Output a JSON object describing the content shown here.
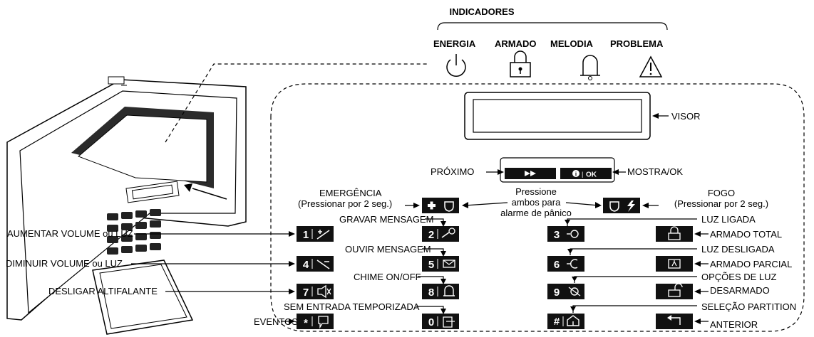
{
  "indicators": {
    "heading": "INDICADORES",
    "items": [
      {
        "label": "ENERGIA",
        "icon": "power-icon"
      },
      {
        "label": "ARMADO",
        "icon": "lock-icon"
      },
      {
        "label": "MELODIA",
        "icon": "bell-icon"
      },
      {
        "label": "PROBLEMA",
        "icon": "warning-icon"
      }
    ]
  },
  "display_label": "VISOR",
  "nav": {
    "next_label": "PRÓXIMO",
    "show_ok_label": "MOSTRA/OK",
    "ok_key_text": "OK"
  },
  "panic": {
    "emergency_label": "EMERGÊNCIA",
    "emergency_sub": "(Pressionar por 2 seg.)",
    "fire_label": "FOGO",
    "fire_sub": "(Pressionar por 2 seg.)",
    "center_line1": "Pressione",
    "center_line2": "ambos para",
    "center_line3": "alarme de pânico"
  },
  "keys": [
    {
      "digit": "1",
      "left_label": "AUMENTAR VOLUME ou LUZ"
    },
    {
      "digit": "4",
      "left_label": "DIMINUIR VOLUME ou LUZ"
    },
    {
      "digit": "7",
      "left_label": "DESLIGAR ALTIFALANTE"
    },
    {
      "digit": "*",
      "left_label": "EVENTOS"
    },
    {
      "digit": "2",
      "top_label": "GRAVAR MENSAGEM"
    },
    {
      "digit": "5",
      "top_label": "OUVIR MENSAGEM"
    },
    {
      "digit": "8",
      "top_label": "CHIME ON/OFF"
    },
    {
      "digit": "0",
      "top_label": "SEM ENTRADA TEMPORIZADA"
    },
    {
      "digit": "3",
      "right_label": "LUZ LIGADA"
    },
    {
      "digit": "6",
      "right_label": "LUZ DESLIGADA"
    },
    {
      "digit": "9",
      "right_label": "OPÇÕES DE LUZ"
    },
    {
      "digit": "#",
      "right_label": "SELEÇÃO PARTITION"
    }
  ],
  "arm_keys": [
    {
      "label": "ARMADO TOTAL"
    },
    {
      "label": "ARMADO PARCIAL"
    },
    {
      "label": "DESARMADO"
    },
    {
      "label": "ANTERIOR"
    }
  ]
}
